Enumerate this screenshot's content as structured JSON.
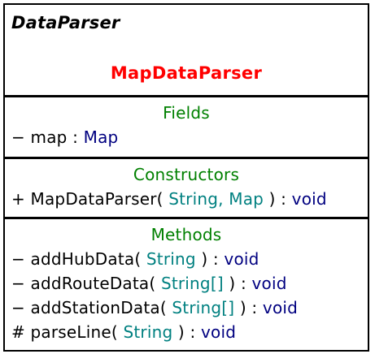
{
  "diagram": {
    "parent_class": "DataParser",
    "class_name": "MapDataParser",
    "fields": {
      "title": "Fields",
      "items": [
        {
          "prefix": "− map : ",
          "type": "Map",
          "suffix": ""
        }
      ]
    },
    "constructors": {
      "title": "Constructors",
      "items": [
        {
          "prefix": "+ MapDataParser( ",
          "params": "String, Map",
          "mid": " ) : ",
          "return": "void"
        }
      ]
    },
    "methods": {
      "title": "Methods",
      "items": [
        {
          "prefix": "− addHubData( ",
          "params": "String",
          "mid": " ) : ",
          "return": "void"
        },
        {
          "prefix": "− addRouteData( ",
          "params": "String[]",
          "mid": " ) : ",
          "return": "void"
        },
        {
          "prefix": "− addStationData( ",
          "params": "String[]",
          "mid": " ) : ",
          "return": "void"
        },
        {
          "prefix": "# parseLine( ",
          "params": "String",
          "mid": " ) : ",
          "return": "void"
        }
      ]
    },
    "colors": {
      "class_name": "#ff0000",
      "section_title": "#008000",
      "param_type": "#008080",
      "return_type": "#000080"
    }
  }
}
